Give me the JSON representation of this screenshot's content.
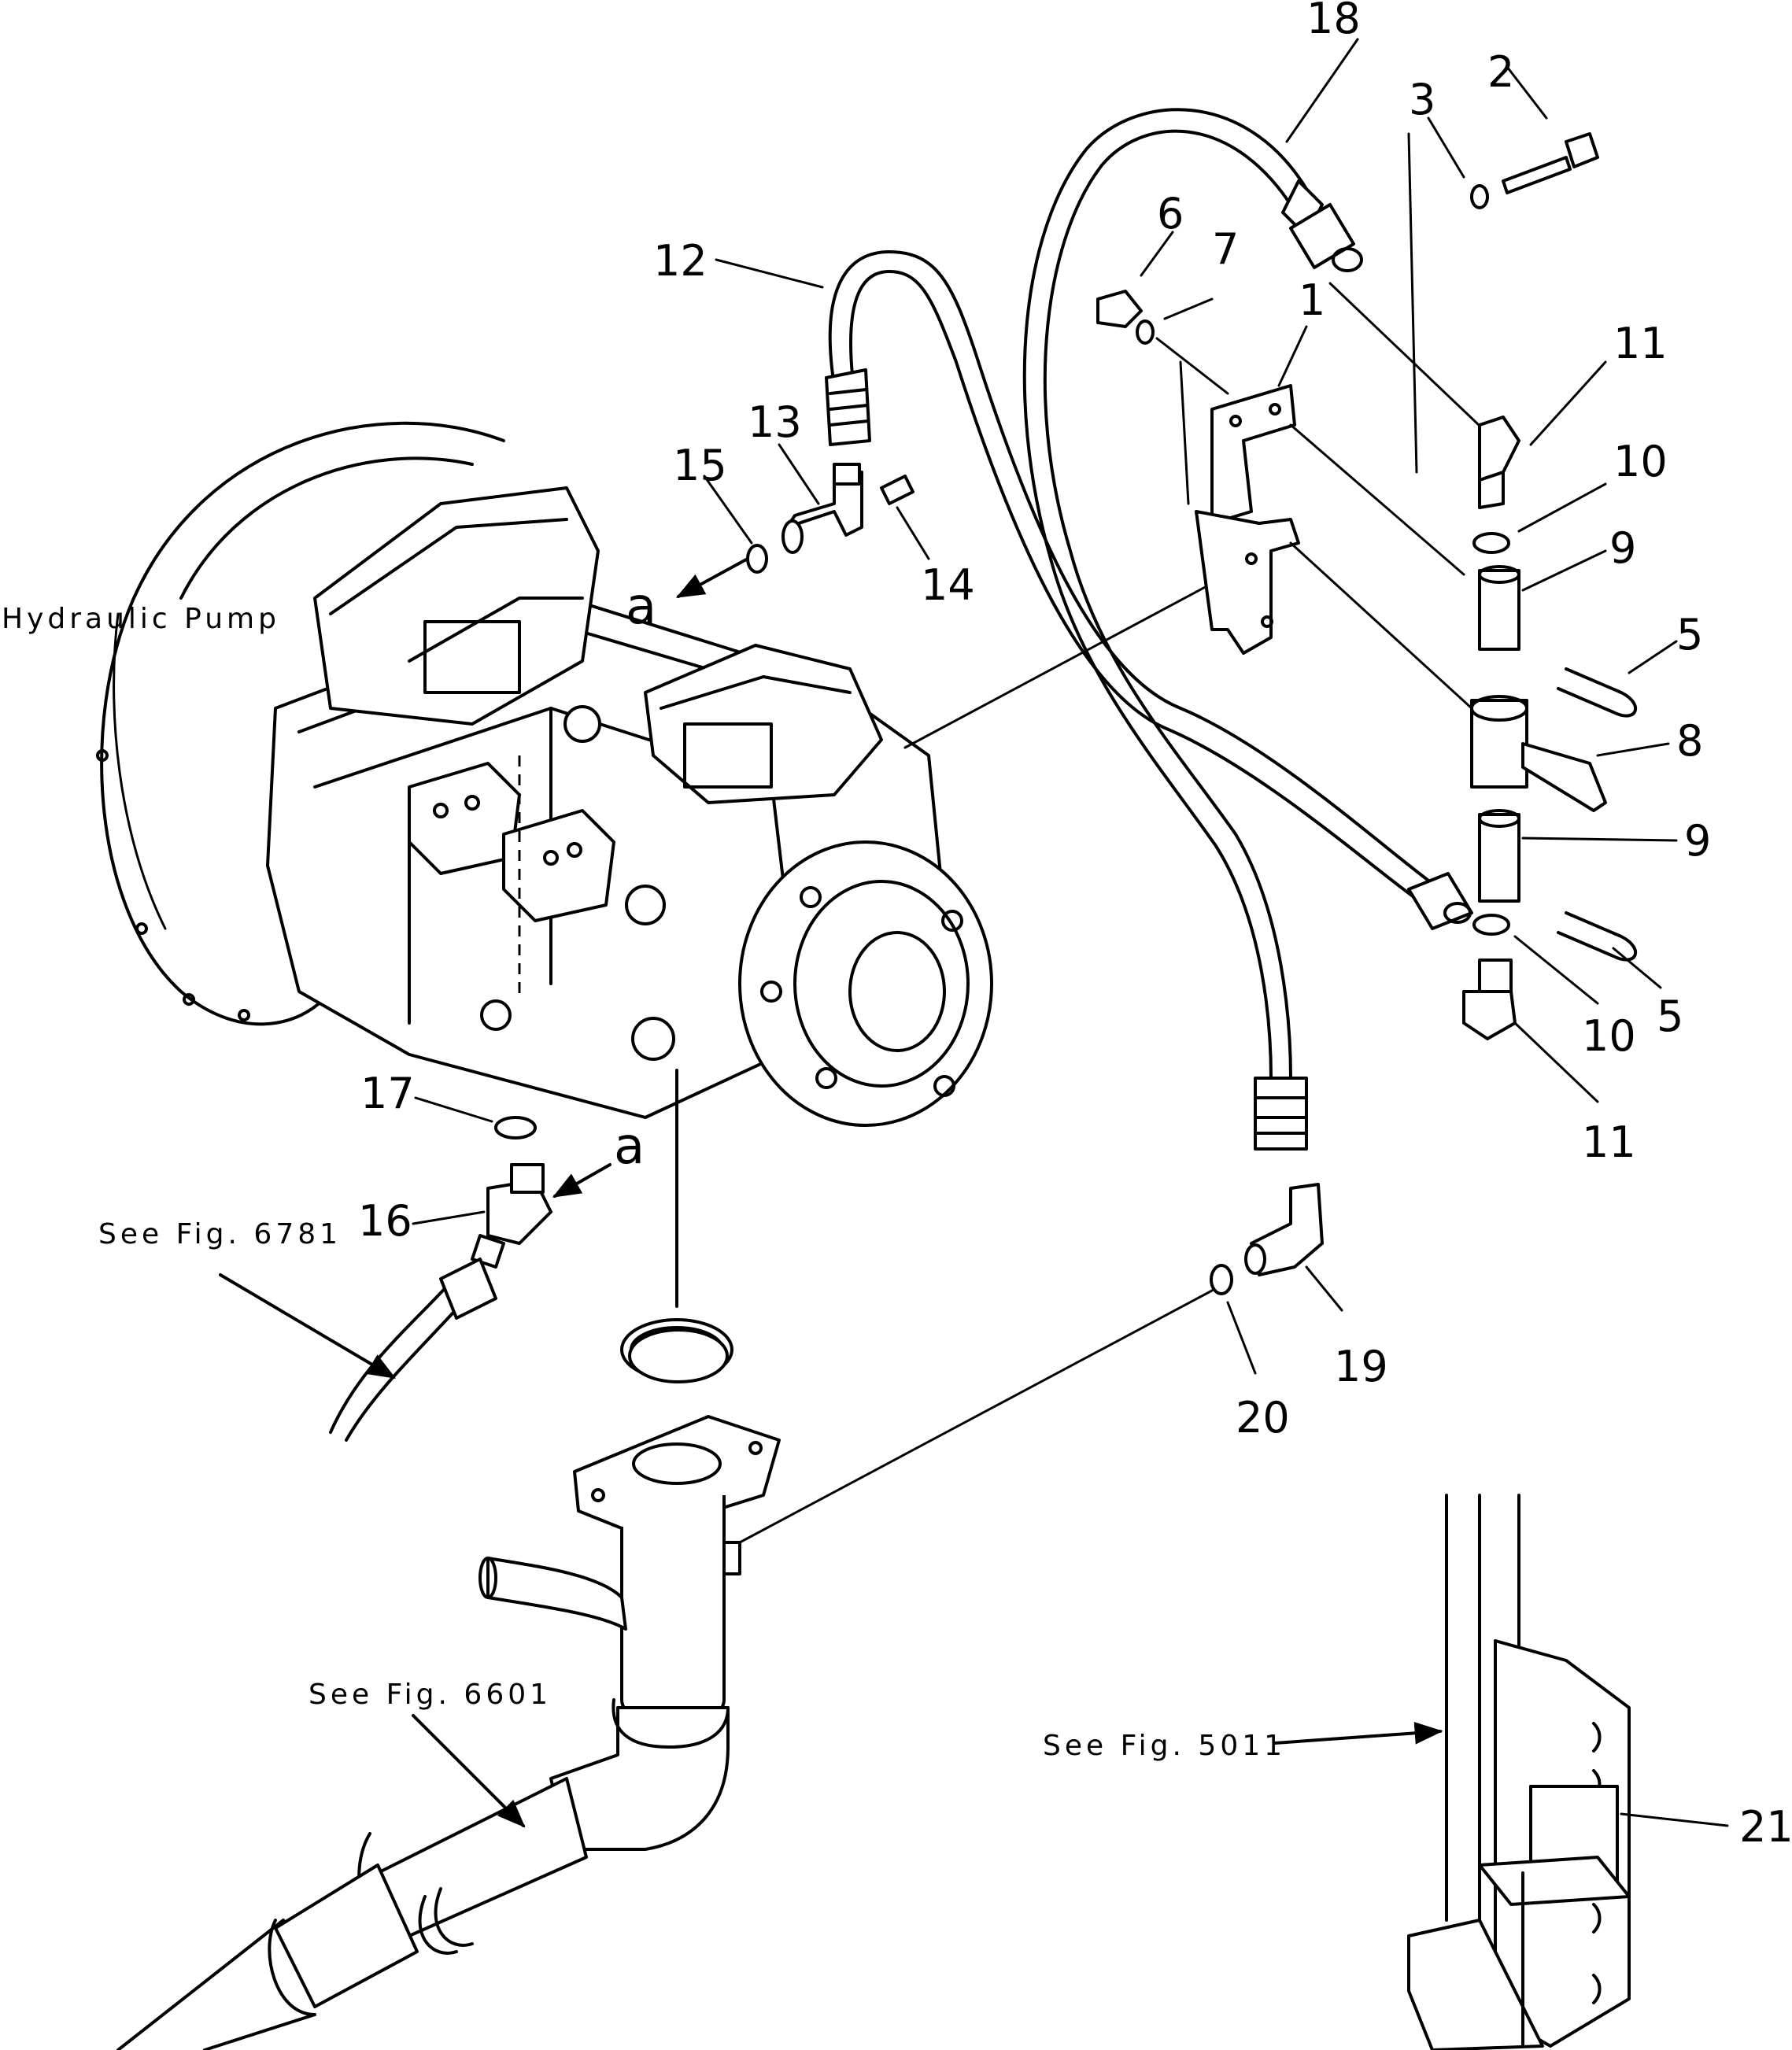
{
  "references": {
    "hydraulic_pump": "Hydraulic Pump",
    "fig_6781": "See Fig. 6781",
    "fig_6601": "See Fig. 6601",
    "fig_5011": "See Fig. 5011"
  },
  "view_marks": {
    "a_upper": "a",
    "a_lower": "a"
  },
  "callouts": {
    "p1": "1",
    "p2": "2",
    "p3": "3",
    "p5a": "5",
    "p5b": "5",
    "p6": "6",
    "p7": "7",
    "p8": "8",
    "p9a": "9",
    "p9b": "9",
    "p10a": "10",
    "p10b": "10",
    "p11a": "11",
    "p11b": "11",
    "p12": "12",
    "p13": "13",
    "p14": "14",
    "p15": "15",
    "p16": "16",
    "p17": "17",
    "p18": "18",
    "p19": "19",
    "p20": "20",
    "p21": "21"
  }
}
